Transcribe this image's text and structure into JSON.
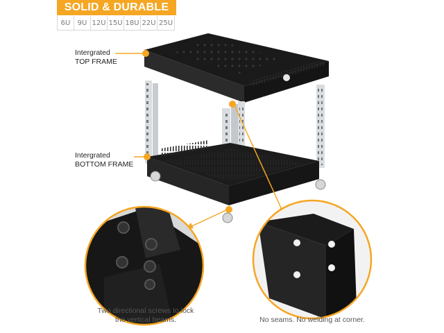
{
  "banner": {
    "title": "SOLID & DURABLE",
    "color": "#f5a623"
  },
  "sizes": [
    "6U",
    "9U",
    "12U",
    "15U",
    "18U",
    "22U",
    "25U"
  ],
  "labels": {
    "top_frame": {
      "line1": "Intergrated",
      "line2": "TOP FRAME"
    },
    "bottom_frame": {
      "line1": "Intergrated",
      "line2": "BOTTOM FRAME"
    }
  },
  "captions": {
    "left": {
      "line1": "Two directional screws to lock",
      "line2": "the vertical beams."
    },
    "right": "No seams. No welding at corner."
  },
  "colors": {
    "accent": "#f5a623",
    "steel": "#1e1e1e",
    "rail": "#d9dde0"
  }
}
